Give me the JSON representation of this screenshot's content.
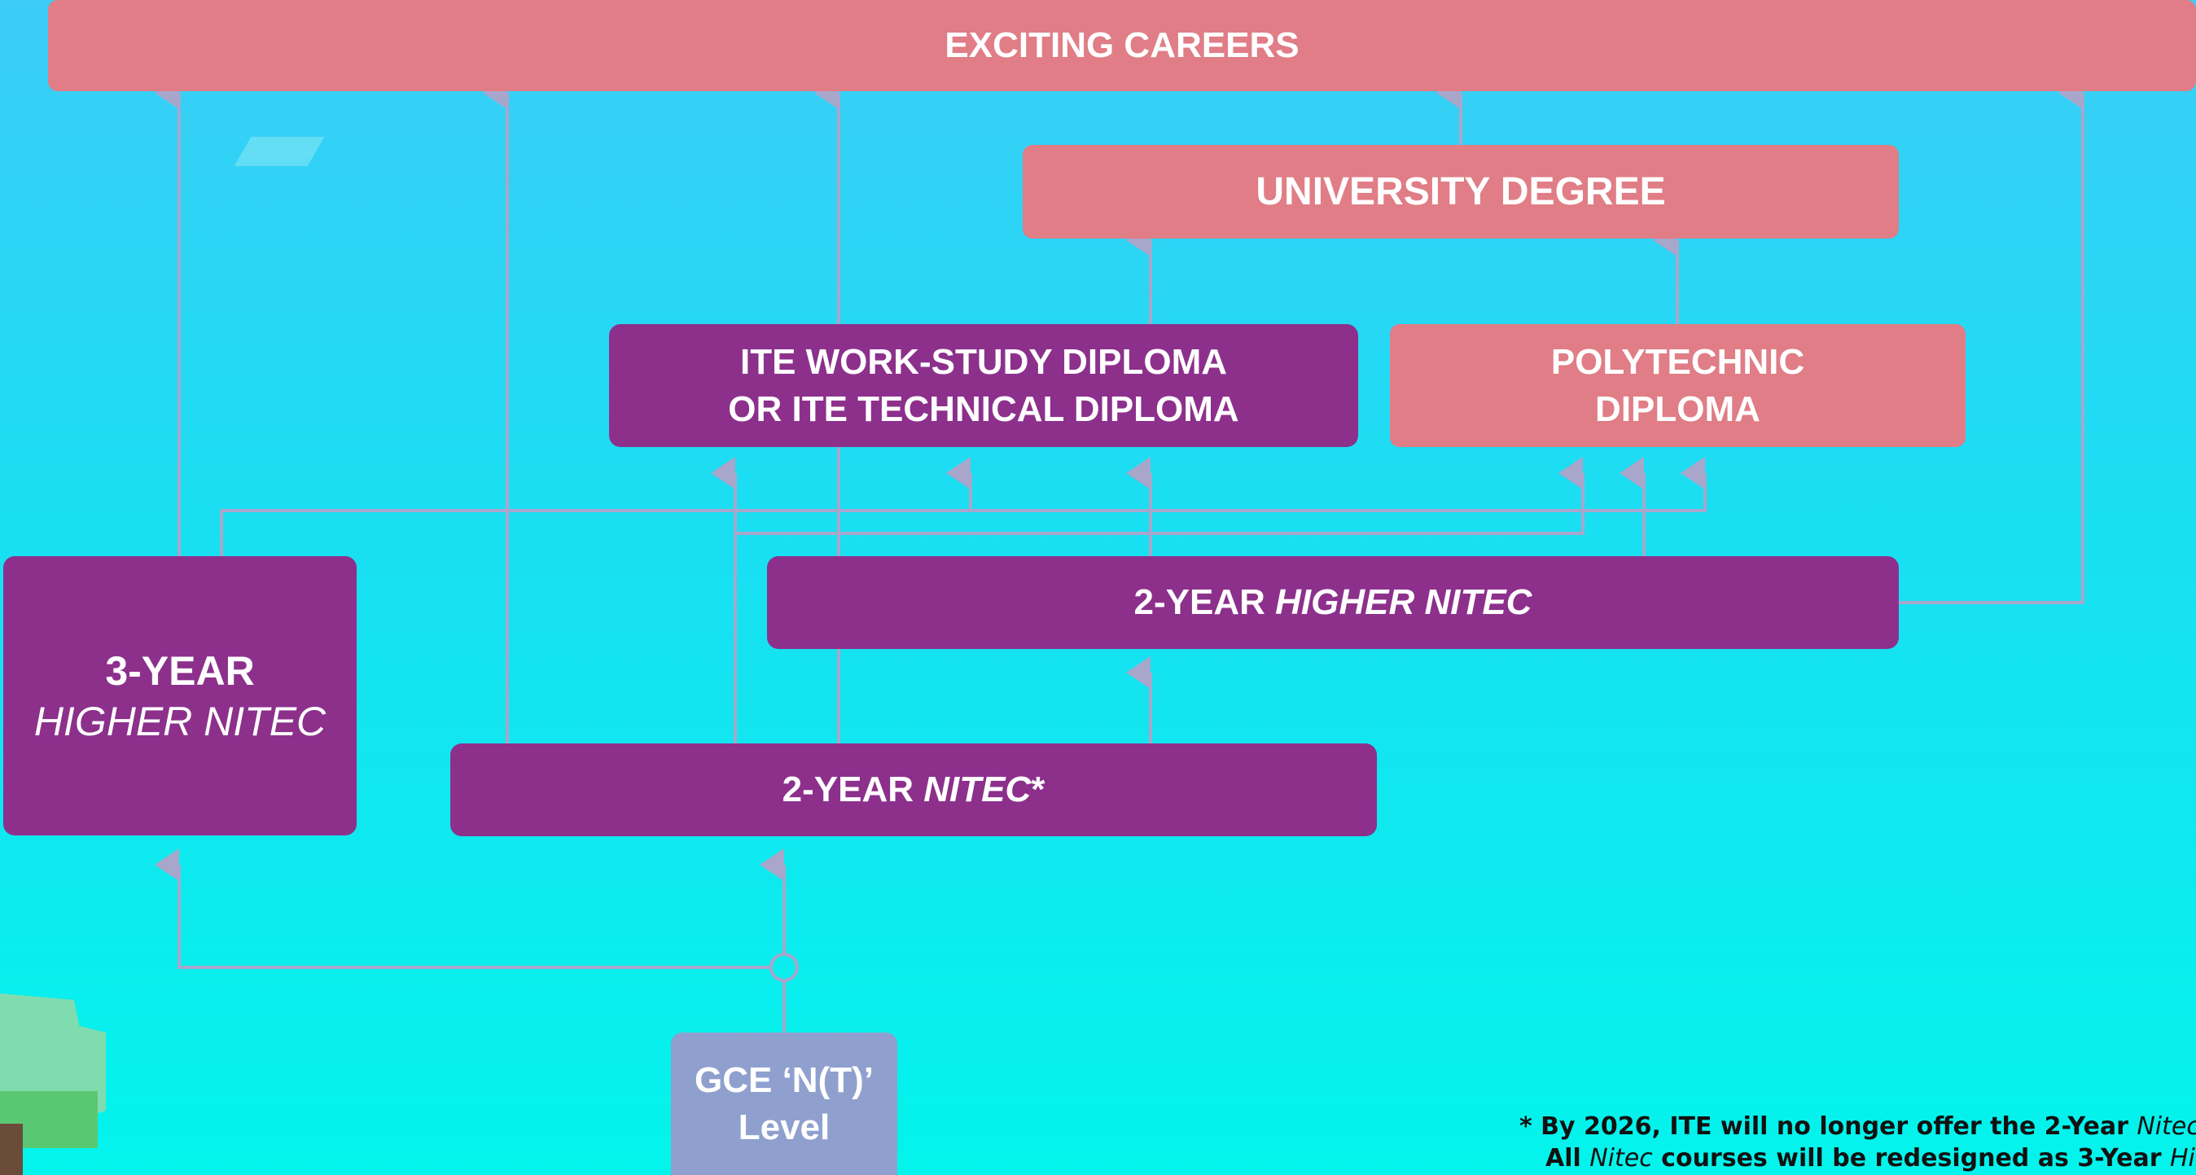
{
  "boxes": {
    "careers": "EXCITING CAREERS",
    "university": "UNIVERSITY DEGREE",
    "ite_diploma": [
      "ITE WORK-STUDY DIPLOMA",
      "OR ITE TECHNICAL DIPLOMA"
    ],
    "poly_diploma": [
      "POLYTECHNIC",
      "DIPLOMA"
    ],
    "higher_nitec_2yr": {
      "prefix": "2-YEAR ",
      "name": "HIGHER NITEC"
    },
    "higher_nitec_3yr": {
      "prefix": "3-YEAR",
      "name": "HIGHER NITEC"
    },
    "nitec_2yr": {
      "prefix": "2-YEAR ",
      "name": "NITEC",
      "suffix": "*"
    },
    "gce": [
      "GCE ‘N(T)’",
      "Level"
    ]
  },
  "footnote": {
    "line1": {
      "pre": "* By 2026, ITE will no longer offer the 2-Year ",
      "italic": "Nitec",
      "post": "."
    },
    "line2": {
      "pre": "All ",
      "italic": "Nitec",
      "post": " courses will be redesigned as 3-Year ",
      "italic2": "Higher Nitec"
    }
  },
  "colors": {
    "career_pink": "#e07d86",
    "ite_purple": "#8c308c",
    "gce_grey": "#8fa0cf",
    "connector": "#a9a6cc"
  }
}
